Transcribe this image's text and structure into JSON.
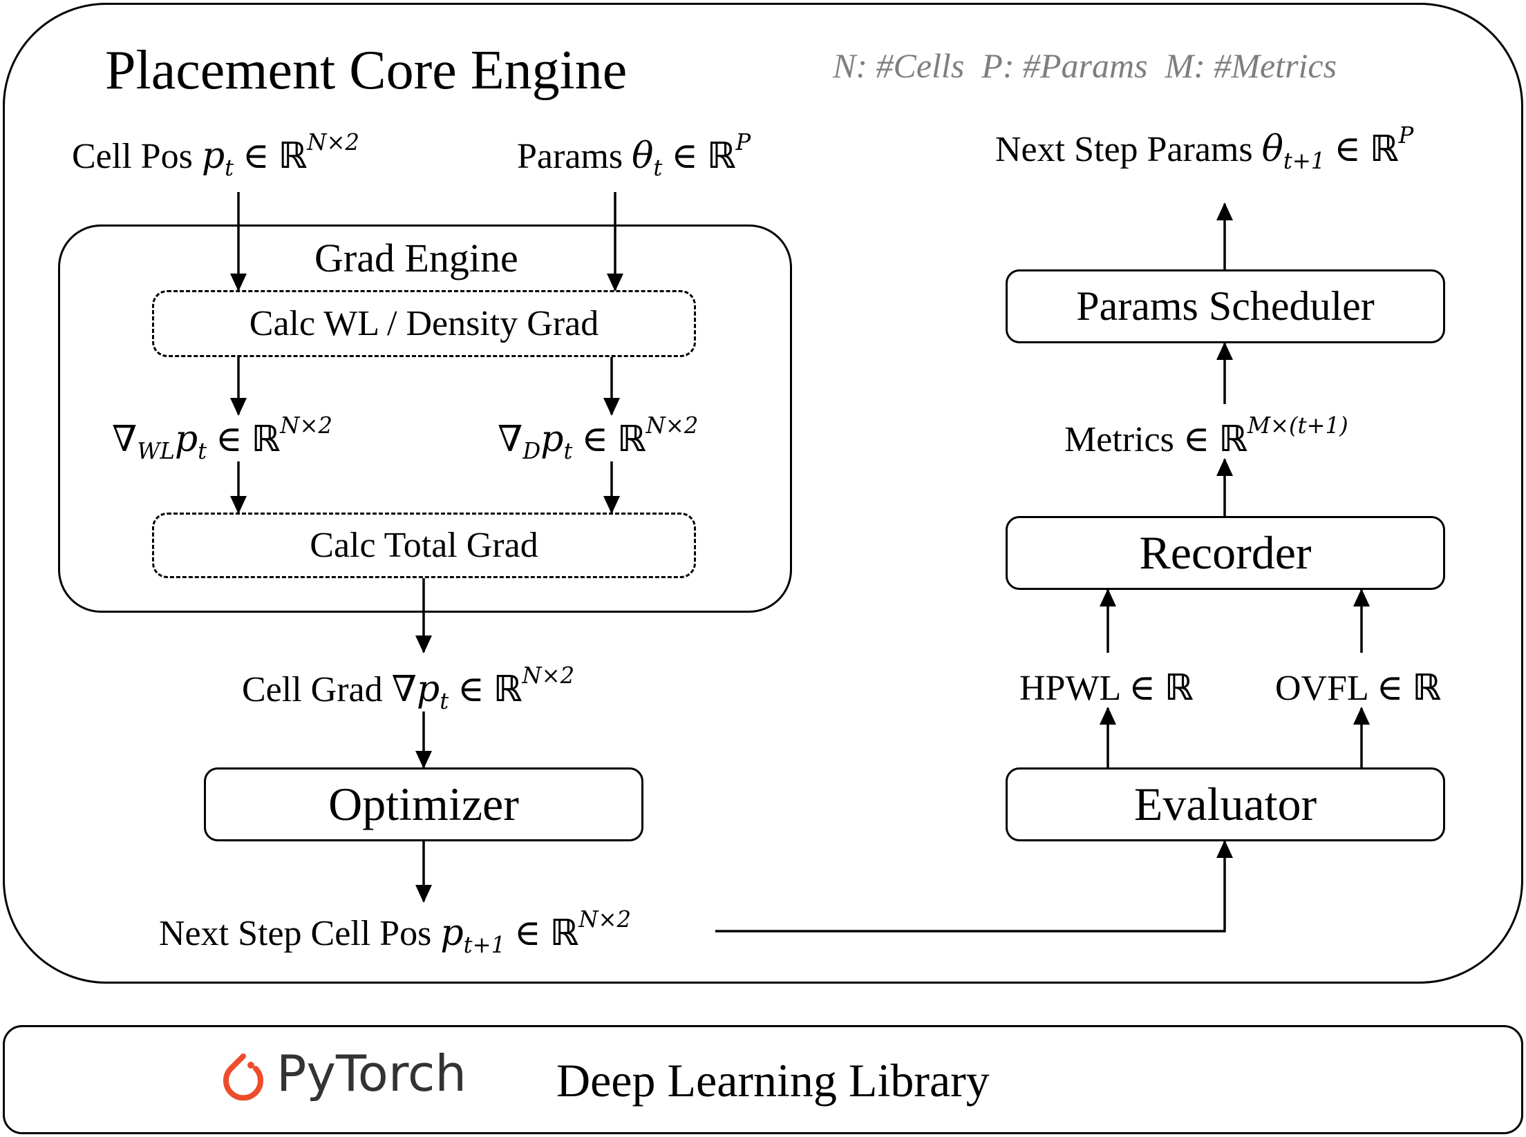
{
  "engine": {
    "title": "Placement Core Engine",
    "legend": "N: #Cells  P: #Params  M: #Metrics"
  },
  "grad_engine": {
    "title": "Grad Engine",
    "calc_wl_density": "Calc WL / Density Grad",
    "calc_total": "Calc Total Grad"
  },
  "labels": {
    "cell_pos_text": "Cell Pos",
    "params_text": "Params",
    "cell_grad_text": "Cell Grad",
    "next_pos_text": "Next Step Cell Pos",
    "next_params_text": "Next Step Params",
    "metrics_text": "Metrics",
    "hpwl_text": "HPWL",
    "ovfl_text": "OVFL"
  },
  "symbols": {
    "in": "∈",
    "reals": "ℝ",
    "nabla": "∇",
    "p": "p",
    "theta": "θ",
    "sub_t": "t",
    "sub_t1": "t+1",
    "sub_wl": "WL",
    "sub_d": "D",
    "sup_n2": "N×2",
    "sup_p": "P",
    "sup_mt": "M×(t+1)"
  },
  "modules": {
    "optimizer": "Optimizer",
    "evaluator": "Evaluator",
    "recorder": "Recorder",
    "scheduler": "Params Scheduler"
  },
  "library": {
    "logo_text": "PyTorch",
    "caption": "Deep Learning Library"
  },
  "colors": {
    "logo": "#EE4C2C",
    "legend": "#7f7f7f",
    "stroke": "#000000"
  }
}
